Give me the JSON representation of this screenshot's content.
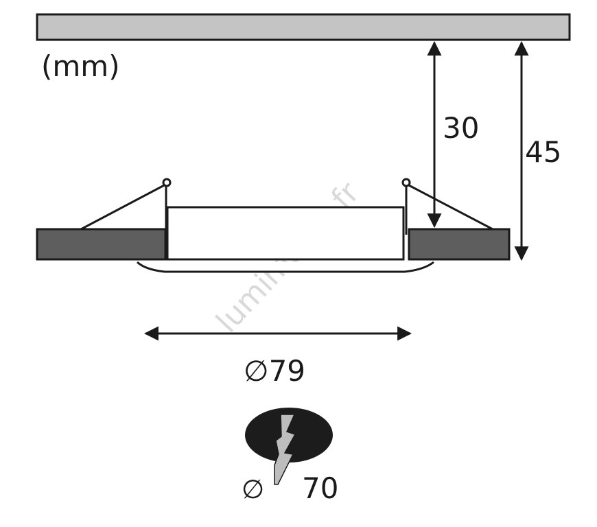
{
  "unit_label": "(mm)",
  "dimensions": {
    "depth_inner": "30",
    "depth_total": "45",
    "outer_diameter": "∅79",
    "cutout_diameter_symbol": "∅",
    "cutout_diameter_value": "70"
  },
  "watermark": "lumimania.fr",
  "icons": {
    "cutout": "ceiling-cutout-icon"
  },
  "colors": {
    "ceiling": "#c4c4c4",
    "ceiling_board": "#5e5e5e",
    "line": "#1a1a1a",
    "cutout_fill": "#1c1c1c",
    "crack": "#bdbdbd"
  }
}
